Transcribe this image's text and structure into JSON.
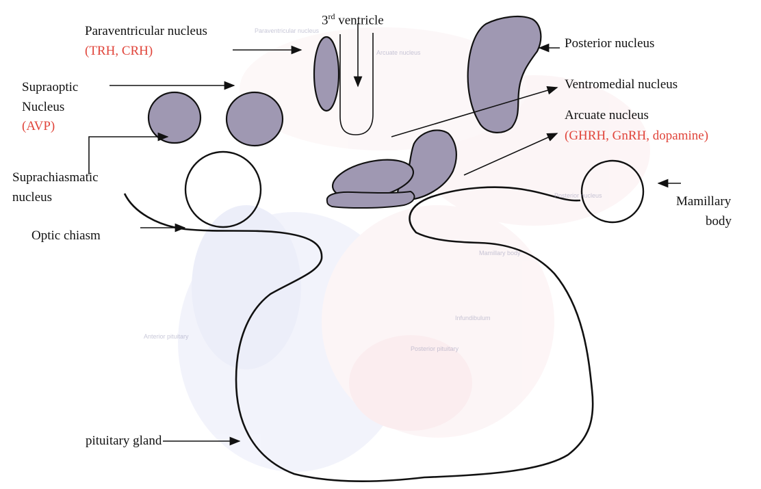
{
  "labels": {
    "paraventricular": {
      "name": "Paraventricular nucleus",
      "hormones": "(TRH, CRH)"
    },
    "third_ventricle": {
      "prefix": "3",
      "superscript": "rd",
      "suffix": " ventricle"
    },
    "posterior": {
      "name": "Posterior nucleus"
    },
    "ventromedial": {
      "name": "Ventromedial nucleus"
    },
    "arcuate": {
      "name": "Arcuate nucleus",
      "hormones": "(GHRH, GnRH, dopamine)"
    },
    "supraoptic": {
      "line1": "Supraoptic",
      "line2": "Nucleus",
      "hormones": "(AVP)"
    },
    "suprachiasmatic": {
      "line1": "Suprachiasmatic",
      "line2": "nucleus"
    },
    "optic_chiasm": {
      "name": "Optic chiasm"
    },
    "mamillary": {
      "line1": "Mamillary",
      "line2": "body"
    },
    "pituitary": {
      "name": "pituitary gland"
    }
  },
  "background_text": [
    "Paraventricular nucleus",
    "Arcuate nucleus",
    "Posterior nucleus",
    "Mamillary body",
    "Infundibulum",
    "Anterior pituitary",
    "Posterior pituitary"
  ],
  "colors": {
    "nucleus_fill": "#9f98b2",
    "outline": "#111111",
    "hormone_text": "#e0443a",
    "bg_blue": "#c9cdf0",
    "bg_pink": "#f6d3d8"
  }
}
